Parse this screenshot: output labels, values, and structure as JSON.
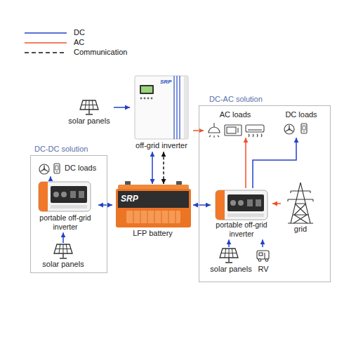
{
  "diagram": {
    "nodes": [
      {
        "text": [
          "solar panels"
        ]
      },
      {
        "text": [
          "off-grid inverter"
        ]
      },
      {
        "text": [
          "DC-DC solution"
        ]
      },
      {
        "text": [
          "DC loads"
        ],
        "in": 2
      },
      {
        "text": [
          "portable off-grid inverter"
        ],
        "in": 2
      },
      {
        "text": [
          "solar panels"
        ],
        "in": 2
      },
      {
        "text": [
          "LFP battery"
        ]
      },
      {
        "text": [
          "DC-AC solution"
        ]
      },
      {
        "text": [
          "AC loads"
        ],
        "in": 7
      },
      {
        "text": [
          "DC loads"
        ],
        "in": 7
      },
      {
        "text": [
          "portable off-grid inverter"
        ],
        "in": 7
      },
      {
        "text": [
          "grid"
        ],
        "in": 7
      },
      {
        "text": [
          "solar panels"
        ],
        "in": 7
      },
      {
        "text": [
          "RV"
        ],
        "in": 7
      }
    ],
    "edges": [
      {
        "from": 0,
        "to": 1,
        "arrow": "to"
      },
      {
        "from": 1,
        "to": 8,
        "arrow": "to"
      },
      {
        "from": 1,
        "to": 6,
        "arrow": "both"
      },
      {
        "from": 1,
        "to": 6,
        "arrow": "both"
      },
      {
        "from": 4,
        "to": 3,
        "arrow": "to"
      },
      {
        "from": 5,
        "to": 4,
        "arrow": "to"
      },
      {
        "from": 4,
        "to": 6,
        "arrow": "both"
      },
      {
        "from": 6,
        "to": 10,
        "arrow": "both"
      },
      {
        "from": 10,
        "to": 8,
        "arrow": "to"
      },
      {
        "from": 10,
        "to": 9,
        "arrow": "to"
      },
      {
        "from": 11,
        "to": 10,
        "arrow": "to"
      },
      {
        "from": 12,
        "to": 10,
        "arrow": "to"
      },
      {
        "from": 13,
        "to": 10,
        "arrow": "to"
      }
    ],
    "labels": [
      "SRP",
      "SRP"
    ],
    "legend": [
      {
        "text": "DC"
      },
      {
        "text": "AC"
      },
      {
        "text": "Communication"
      }
    ]
  }
}
